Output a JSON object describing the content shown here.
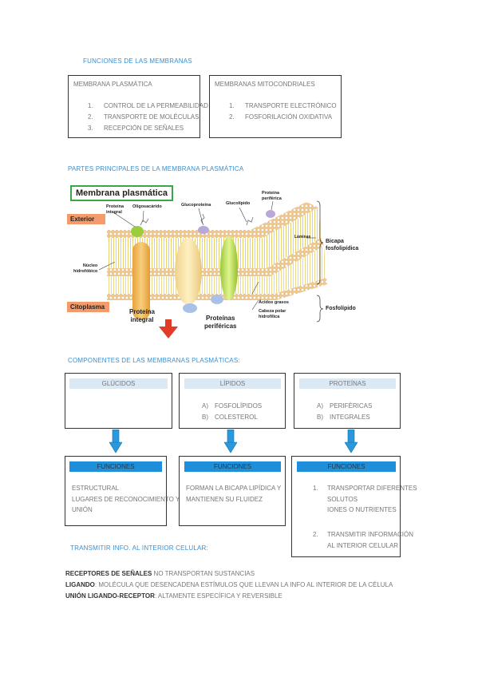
{
  "sections": {
    "funciones_title": "FUNCIONES DE LAS MEMBRANAS",
    "partes_title": "PARTES PRINCIPALES DE LA MEMBRANA PLASMÁTICA",
    "componentes_title": "COMPONENTES DE LAS MEMBRANAS PLASMÁTICAS:",
    "transmitir_title": "TRANSMITIR INFO. AL INTERIOR CELULAR:"
  },
  "funciones": {
    "plasmatica": {
      "title": "MEMBRANA PLASMÁTICA",
      "items": [
        {
          "num": "1.",
          "text": "CONTROL DE LA PERMEABILIDAD"
        },
        {
          "num": "2.",
          "text": "TRANSPORTE DE MOLÉCULAS"
        },
        {
          "num": "3.",
          "text": "RECEPCIÓN DE SEÑALES"
        }
      ]
    },
    "mitocondriales": {
      "title": "MEMBRANAS MITOCONDRIALES",
      "items": [
        {
          "num": "1.",
          "text": "TRANSPORTE ELECTRÓNICO"
        },
        {
          "num": "2.",
          "text": "FOSFORILACIÓN OXIDATIVA"
        }
      ]
    }
  },
  "diagram": {
    "title": "Membrana plasmática",
    "exterior": "Exterior",
    "citoplasma": "Citoplasma",
    "proteina_integral_top": "Proteína\nintegral",
    "oligosacarido": "Oligosacárido",
    "glucoproteina": "Glucoproteína",
    "glucolipido": "Glucolípido",
    "proteina_periferica_top": "Proteína\nperiférica",
    "laminas": "Láminas",
    "bicapa": "Bicapa\nfosfolipídica",
    "nucleo": "Núcleo\nhidrofóbico",
    "acidos": "Ácidos grasos",
    "cabeza": "Cabeza polar\nhidrofílica",
    "fosfolipido": "Fosfolípido",
    "proteina_integral_bottom": "Proteína\nintegral",
    "proteinas_perifericas": "Proteínas\nperiféricas"
  },
  "componentes": {
    "glucidos": {
      "header": "GLÚCIDOS",
      "items": [],
      "funciones_label": "FUNCIONES",
      "funciones_lines": [
        "ESTRUCTURAL",
        "LUGARES DE RECONOCIMIENTO Y",
        "UNIÓN"
      ]
    },
    "lipidos": {
      "header": "LÍPIDOS",
      "items": [
        {
          "num": "A)",
          "text": "FOSFOLÍPIDOS"
        },
        {
          "num": "B)",
          "text": "COLESTEROL"
        }
      ],
      "funciones_label": "FUNCIONES",
      "funciones_lines": [
        "FORMAN LA BICAPA LIPÍDICA Y",
        "MANTIENEN SU FLUIDEZ"
      ]
    },
    "proteinas": {
      "header": "PROTEÍNAS",
      "items": [
        {
          "num": "A)",
          "text": "PERIFÉRICAS"
        },
        {
          "num": "B)",
          "text": "INTEGRALES"
        }
      ],
      "funciones_label": "FUNCIONES",
      "funciones_items": [
        {
          "num": "1.",
          "lines": [
            "TRANSPORTAR DIFERENTES",
            "SOLUTOS",
            "IONES O NUTRIENTES"
          ]
        },
        {
          "num": "2.",
          "lines": [
            "TRANSMITIR INFORMACIÓN",
            "AL INTERIOR CELULAR"
          ]
        }
      ]
    }
  },
  "transmitir": [
    {
      "term": "RECEPTORES DE SEÑALES",
      "def": " NO TRANSPORTAN SUSTANCIAS"
    },
    {
      "term": "LIGANDO",
      "def": ": MOLÉCULA QUE DESENCADENA ESTÍMULOS QUE LLEVAN LA INFO AL INTERIOR DE LA CÉLULA"
    },
    {
      "term": "UNIÓN LIGANDO-RECEPTOR",
      "def": ": ALTAMENTE ESPECÍFICA Y REVERSIBLE"
    }
  ],
  "colors": {
    "accent_blue": "#3a8fd0",
    "light_bar": "#dbe9f5",
    "dark_bar": "#1e8fd8",
    "arrow_blue": "#2a98dc",
    "red_arrow": "#e23b2a",
    "label_orange": "#f39b6b",
    "title_border_green": "#3aa64a"
  }
}
